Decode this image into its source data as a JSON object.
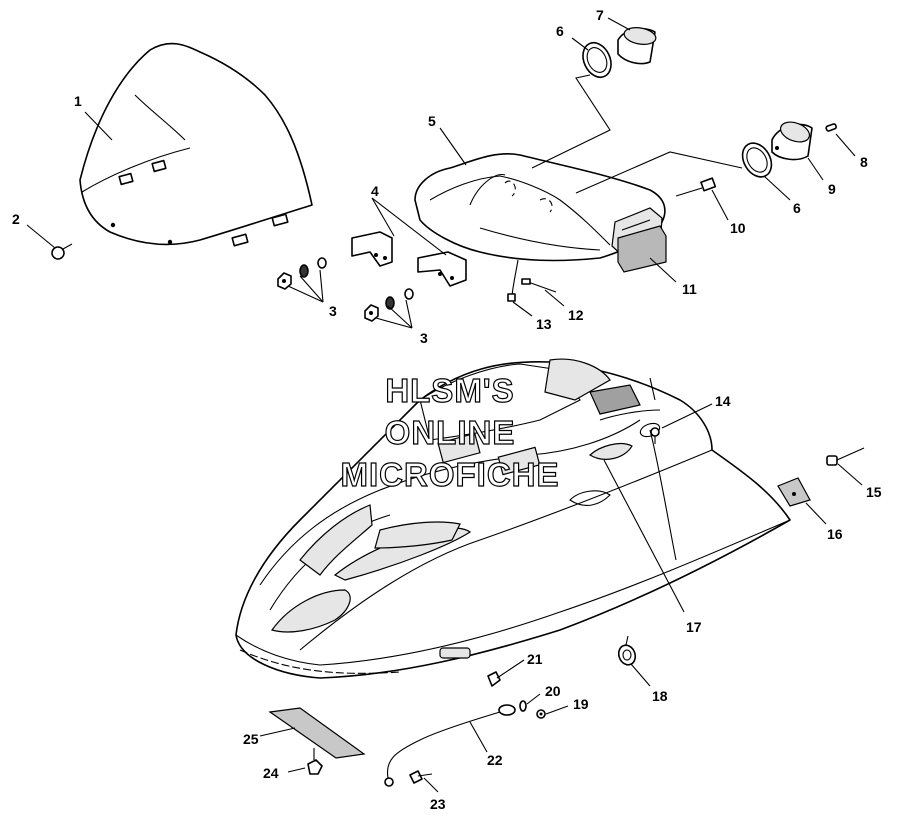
{
  "watermark": {
    "line1": "HLSM'S",
    "line2": "ONLINE",
    "line3": "MICROFICHE"
  },
  "callouts": [
    {
      "id": "c1",
      "label": "1"
    },
    {
      "id": "c2",
      "label": "2"
    },
    {
      "id": "c3a",
      "label": "3"
    },
    {
      "id": "c3b",
      "label": "3"
    },
    {
      "id": "c4",
      "label": "4"
    },
    {
      "id": "c5",
      "label": "5"
    },
    {
      "id": "c6a",
      "label": "6"
    },
    {
      "id": "c6b",
      "label": "6"
    },
    {
      "id": "c7",
      "label": "7"
    },
    {
      "id": "c8",
      "label": "8"
    },
    {
      "id": "c9",
      "label": "9"
    },
    {
      "id": "c10",
      "label": "10"
    },
    {
      "id": "c11",
      "label": "11"
    },
    {
      "id": "c12",
      "label": "12"
    },
    {
      "id": "c13",
      "label": "13"
    },
    {
      "id": "c14",
      "label": "14"
    },
    {
      "id": "c15",
      "label": "15"
    },
    {
      "id": "c16",
      "label": "16"
    },
    {
      "id": "c17",
      "label": "17"
    },
    {
      "id": "c18",
      "label": "18"
    },
    {
      "id": "c19",
      "label": "19"
    },
    {
      "id": "c20",
      "label": "20"
    },
    {
      "id": "c21",
      "label": "21"
    },
    {
      "id": "c22",
      "label": "22"
    },
    {
      "id": "c23",
      "label": "23"
    },
    {
      "id": "c24",
      "label": "24"
    },
    {
      "id": "c25",
      "label": "25"
    }
  ]
}
